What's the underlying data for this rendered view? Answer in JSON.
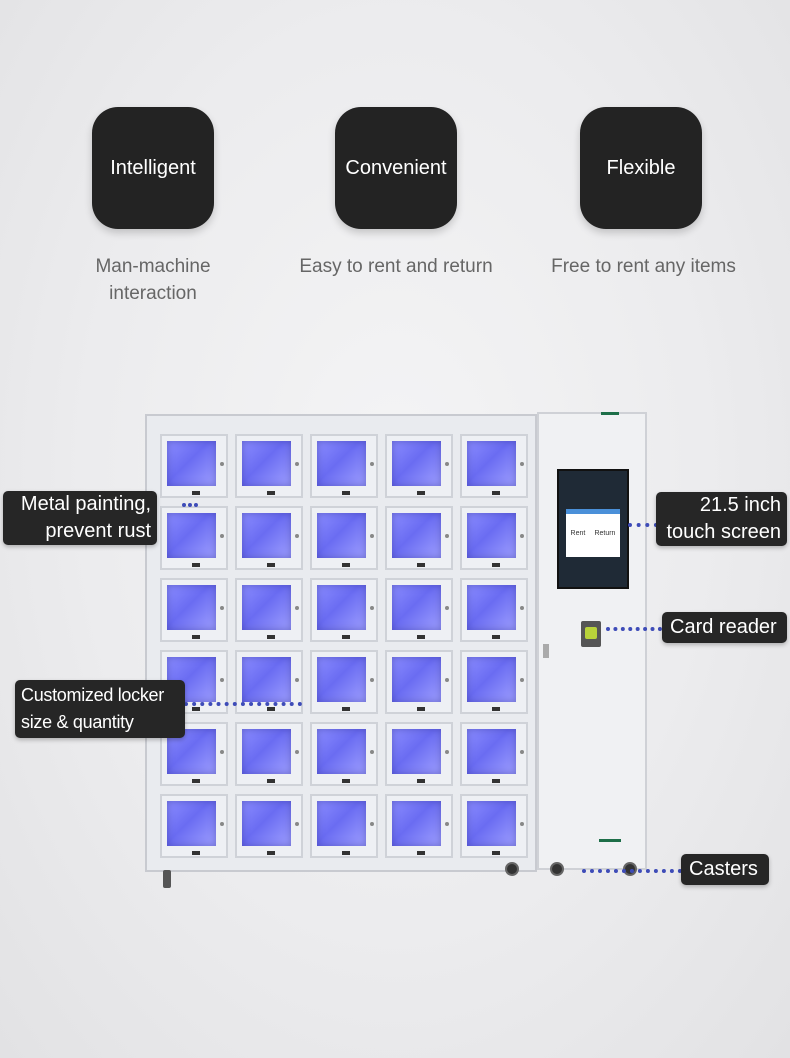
{
  "features": [
    {
      "title": "Intelligent",
      "caption": "Man-machine interaction"
    },
    {
      "title": "Convenient",
      "caption": "Easy to rent and return"
    },
    {
      "title": "Flexible",
      "caption": "Free to rent any items"
    }
  ],
  "callouts": {
    "metal": "Metal painting, prevent rust",
    "touch": "21.5 inch touch screen",
    "card": "Card reader",
    "custom": "Customized locker size & quantity",
    "casters": "Casters"
  },
  "screen": {
    "rent": "Rent",
    "return": "Return"
  },
  "colors": {
    "tile": "#232323",
    "callout_bg": "#262626",
    "dots": "#3e4cb8",
    "door_glow": "#7b7dff"
  }
}
